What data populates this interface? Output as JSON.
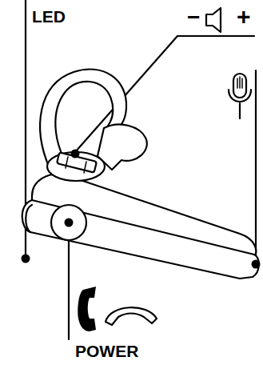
{
  "diagram": {
    "labels": [
      "LED",
      "−",
      "+",
      "POWER"
    ]
  }
}
